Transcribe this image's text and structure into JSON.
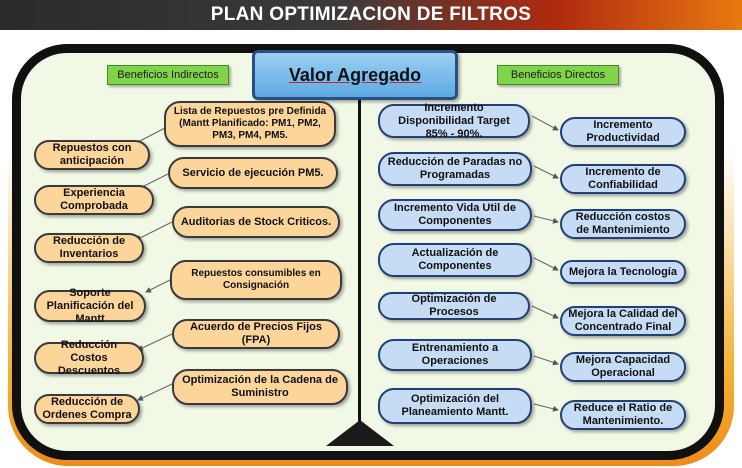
{
  "title": "PLAN OPTIMIZACION DE FILTROS",
  "center": "Valor Agregado",
  "left_header": "Beneficios Indirectos",
  "right_header": "Beneficios Directos",
  "indirect_actions": [
    "Lista de Repuestos pre Definida (Mantt Planificado: PM1, PM2, PM3, PM4, PM5.",
    "Servicio de ejecución PM5.",
    "Auditorias de Stock Criticos.",
    "Repuestos consumibles en Consignación",
    "Acuerdo de Precios Fijos (FPA)",
    "Optimización de la Cadena de Suministro"
  ],
  "indirect_results": [
    "Repuestos con anticipación",
    "Experiencia Comprobada",
    "Reducción de Inventarios",
    "Soporte Planificación del Mantt",
    "Reducción Costos Descuentos",
    "Reducción de Ordenes Compra"
  ],
  "direct_actions": [
    "Incremento Disponibilidad Target 85% - 90%.",
    "Reducción de Paradas no Programadas",
    "Incremento Vida Util de Componentes",
    "Actualización de Componentes",
    "Optimización de Procesos",
    "Entrenamiento a Operaciones",
    "Optimización del Planeamiento Mantt."
  ],
  "direct_results": [
    "Incremento Productividad",
    "Incremento de Confiabilidad",
    "Reducción costos de Mantenimiento",
    "Mejora la Tecnología",
    "Mejora la Calidad del Concentrado Final",
    "Mejora Capacidad Operacional",
    "Reduce el Ratio de Mantenimiento."
  ]
}
